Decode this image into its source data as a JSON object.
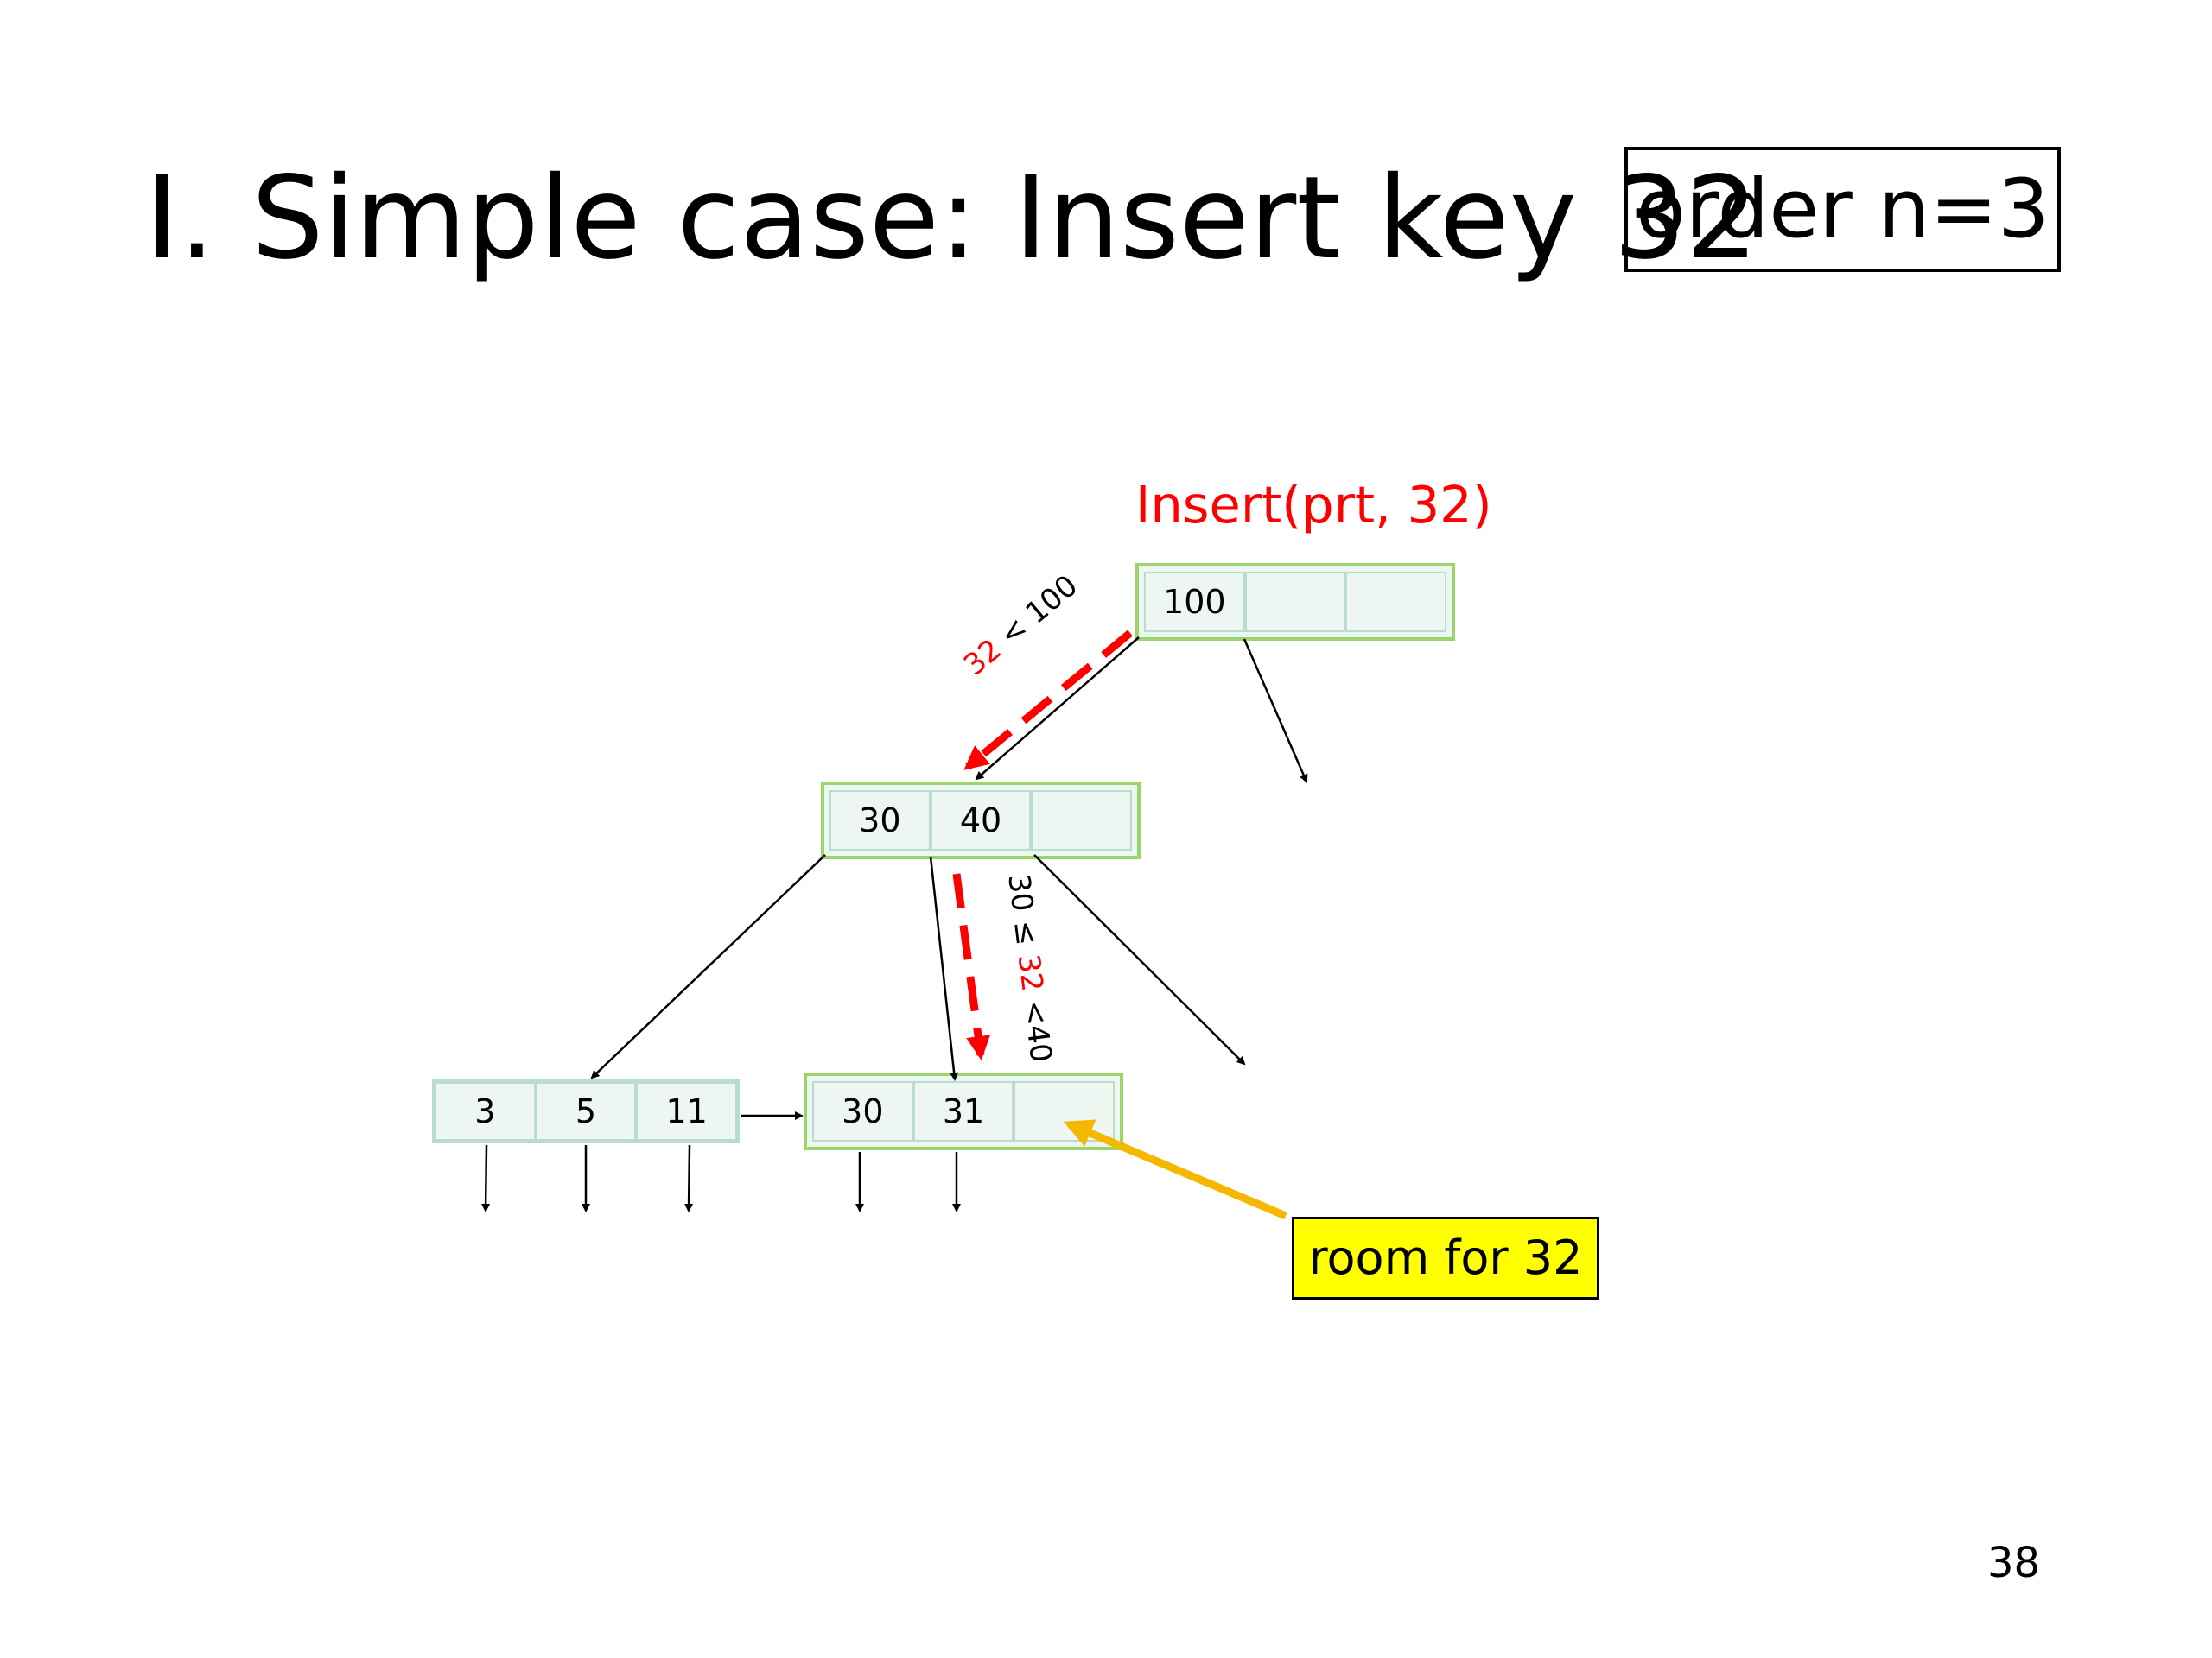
{
  "title": "I. Simple case: Insert key 32",
  "order_label": "order n=3",
  "insert_call": "Insert(prt, 32)",
  "root": {
    "keys": [
      "100",
      "",
      ""
    ]
  },
  "internal": {
    "keys": [
      "30",
      "40",
      ""
    ]
  },
  "leaf_left": {
    "keys": [
      "3",
      "5",
      "11"
    ]
  },
  "leaf_right": {
    "keys": [
      "30",
      "31",
      ""
    ]
  },
  "cond_root": {
    "left": "32",
    "right": " < 100"
  },
  "cond_internal": {
    "left": "30 ≤ ",
    "mid": "32",
    "right": " <40"
  },
  "callout": "room for 32",
  "page_number": "38",
  "colors": {
    "path": "#ff0000",
    "callout_arrow": "#f5b800",
    "callout_bg": "#ffff00",
    "node_border": "#9ad56a"
  }
}
